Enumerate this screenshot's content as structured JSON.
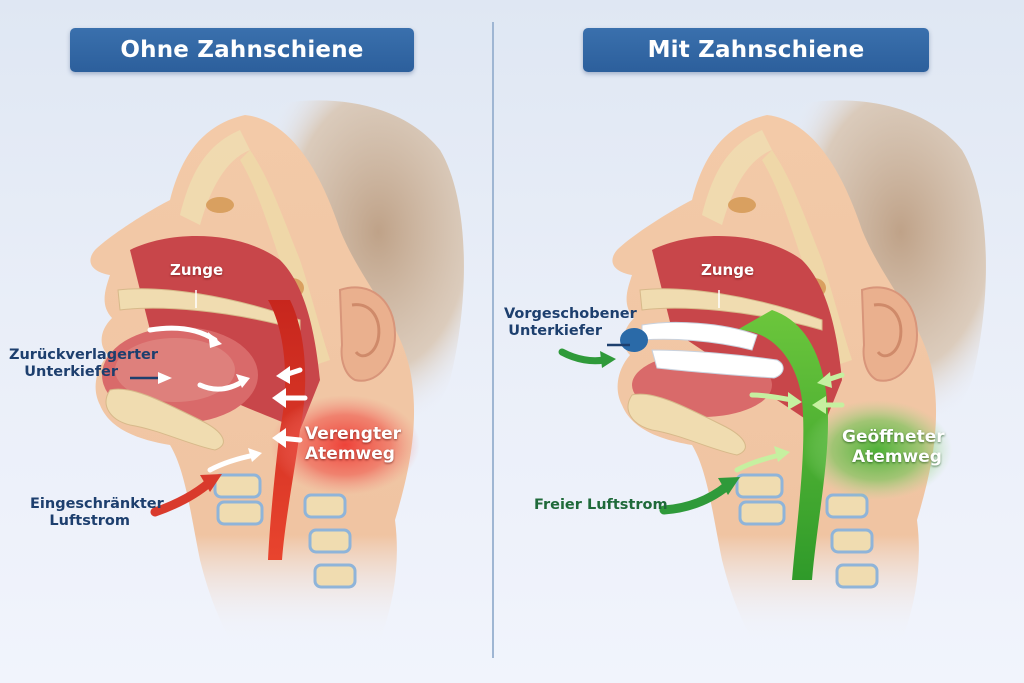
{
  "panels": {
    "left": {
      "title": "Ohne Zahnschiene",
      "labels": {
        "tongue": "Zunge",
        "jaw": [
          "Zurückverlagerter",
          "Unterkiefer"
        ],
        "airway": [
          "Verengter",
          "Atemweg"
        ],
        "airflow": [
          "Eingeschränkter",
          "Luftstrom"
        ]
      },
      "airway_color": "#e8382a",
      "arrow_color": "#d93a2c"
    },
    "right": {
      "title": "Mit Zahnschiene",
      "labels": {
        "tongue": "Zunge",
        "jaw": [
          "Vorgeschobener",
          "Unterkiefer"
        ],
        "airway": [
          "Geöffneter",
          "Atemweg"
        ],
        "airflow": [
          "Freier Luftstrom"
        ]
      },
      "airway_color": "#49b53a",
      "arrow_color": "#2f9a3a"
    }
  },
  "colors": {
    "title_bg": "#2f63a2",
    "title_text": "#ffffff",
    "label_dark": "#1d3f6e",
    "label_green": "#1f6a3a",
    "divider": "#9fb6d3",
    "skin": "#f1c7a5",
    "hair": "#c9ad8f",
    "bone": "#f0dcb0",
    "mouth": "#c8464a",
    "splint": "#ffffff",
    "splint_strap": "#2a6aa8"
  }
}
